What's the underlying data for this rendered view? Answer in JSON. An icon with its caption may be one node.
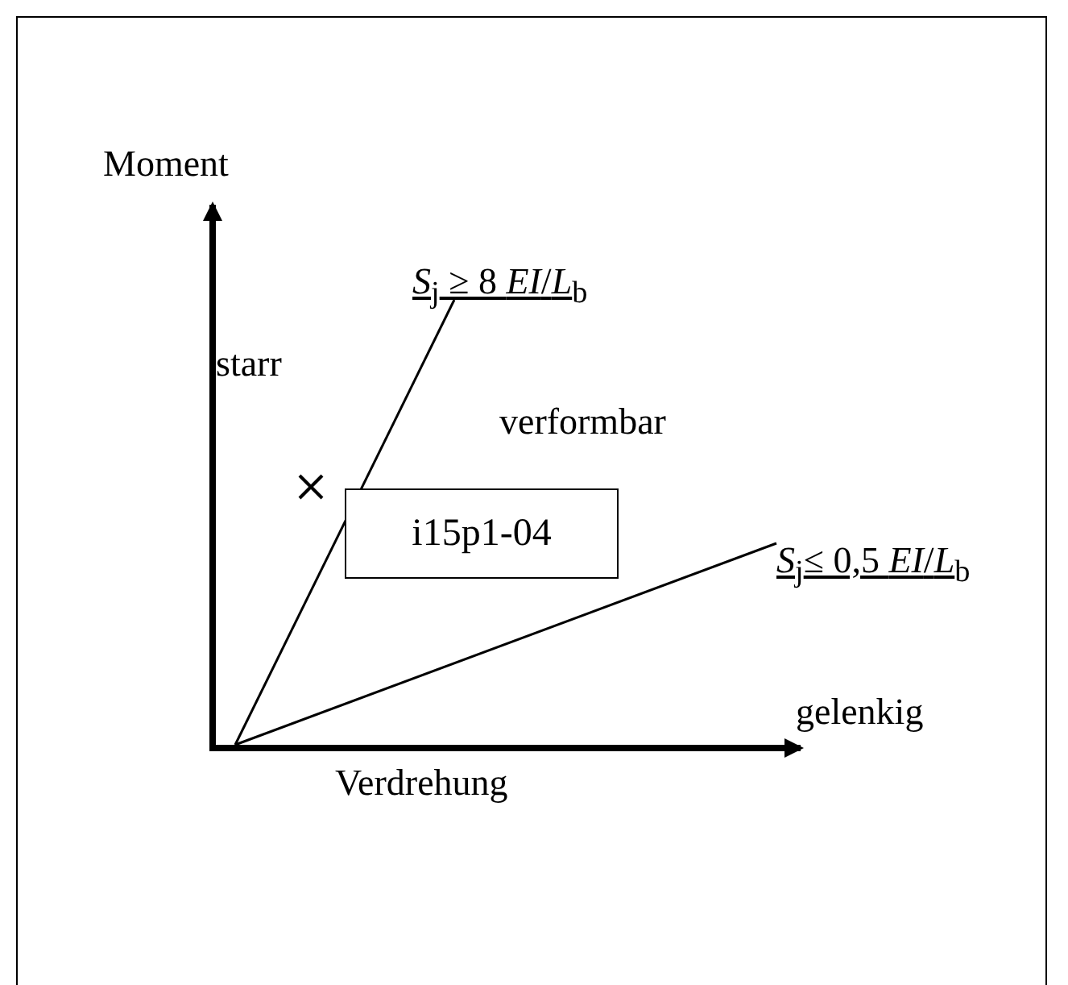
{
  "diagram": {
    "nodes": [
      {
        "text": [
          "i15p1-04"
        ]
      }
    ],
    "labels": [
      "Moment",
      "*S*$_{j}$ ≥ 8 *EI*/*L*$_{b}$",
      "starr",
      "verformbar",
      "*S*$_{j}$≤ 0,5 *EI*/*L*$_{b}$",
      "gelenkig",
      "Verdrehung"
    ]
  }
}
